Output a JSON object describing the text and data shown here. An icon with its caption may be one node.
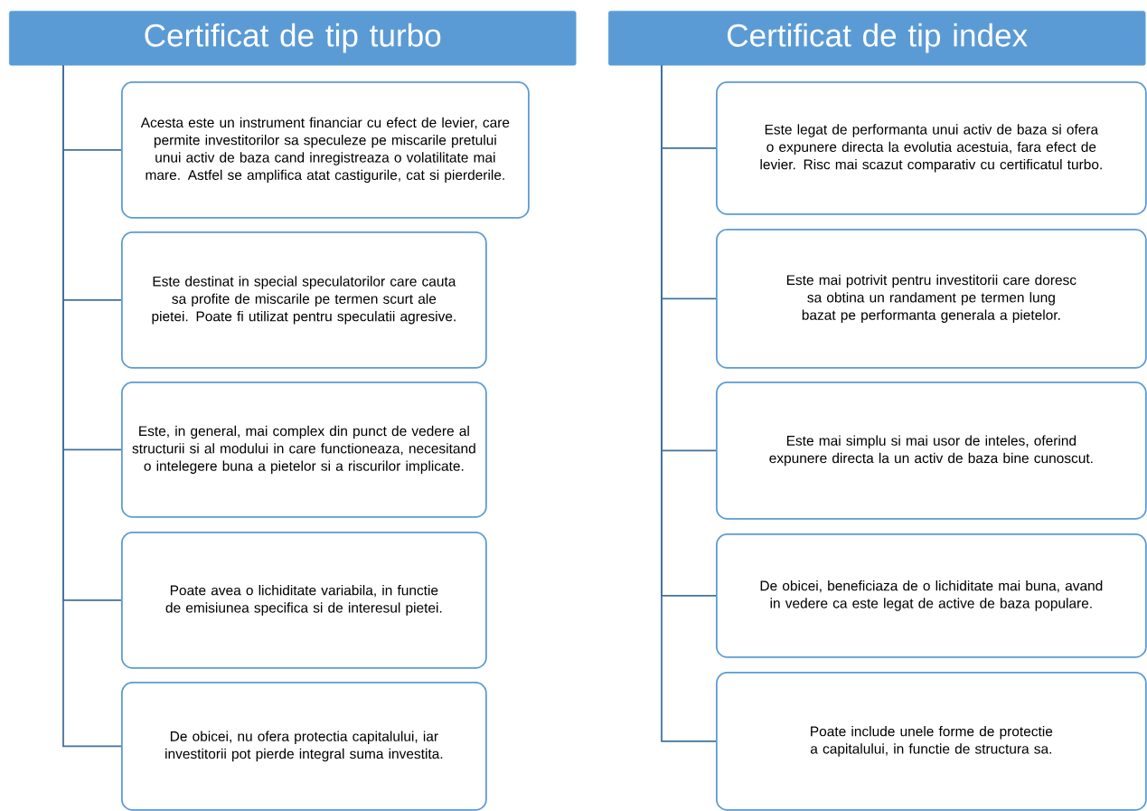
{
  "diagram": {
    "nodes": [
      {
        "text": [
          "Certificat de tip turbo"
        ]
      },
      {
        "text": [
          "Acesta este un instrument financiar cu efect de levier, care permite investitorilor sa speculeze pe miscarile pretului unui activ de baza cand inregistreaza o volatilitate mai mare. Astfel se amplifica atat castigurile, cat si pierderile."
        ]
      },
      {
        "text": [
          "Este destinat in special speculatorilor care cauta sa profite de miscarile pe termen scurt ale pietei. Poate fi utilizat pentru speculatii agresive."
        ]
      },
      {
        "text": [
          "Este, in general, mai complex din punct de vedere al structurii si al modului in care functioneaza, necesitand o intelegere buna a pietelor si a riscurilor implicate."
        ]
      },
      {
        "text": [
          "Poate avea o lichiditate variabila, in functie de emisiunea specifica si de interesul pietei."
        ]
      },
      {
        "text": [
          "De obicei, nu ofera protectia capitalului, iar investitorii pot pierde integral suma investita."
        ]
      },
      {
        "text": [
          "Certificat de tip index"
        ]
      },
      {
        "text": [
          "Este legat de performanta unui activ de baza si ofera o expunere directa la evolutia acestuia, fara efect de levier. Risc mai scazut comparativ cu certificatul turbo."
        ]
      },
      {
        "text": [
          "Este mai potrivit pentru investitorii care doresc sa obtina un randament pe termen lung bazat pe performanta generala a pietelor."
        ]
      },
      {
        "text": [
          "Este mai simplu si mai usor de inteles, oferind expunere directa la un activ de baza bine cunoscut."
        ]
      },
      {
        "text": [
          "De obicei, beneficiaza de o lichiditate mai buna, avand in vedere ca este legat de active de baza populare."
        ]
      },
      {
        "text": [
          "Poate include unele forme de protectie a capitalului, in functie de structura sa."
        ]
      }
    ],
    "edges": [
      {
        "from": 0,
        "to": 1,
        "arrow": "none"
      },
      {
        "from": 0,
        "to": 2,
        "arrow": "none"
      },
      {
        "from": 0,
        "to": 3,
        "arrow": "none"
      },
      {
        "from": 0,
        "to": 4,
        "arrow": "none"
      },
      {
        "from": 0,
        "to": 5,
        "arrow": "none"
      },
      {
        "from": 6,
        "to": 7,
        "arrow": "none"
      },
      {
        "from": 6,
        "to": 8,
        "arrow": "none"
      },
      {
        "from": 6,
        "to": 9,
        "arrow": "none"
      },
      {
        "from": 6,
        "to": 10,
        "arrow": "none"
      },
      {
        "from": 6,
        "to": 11,
        "arrow": "none"
      }
    ]
  }
}
